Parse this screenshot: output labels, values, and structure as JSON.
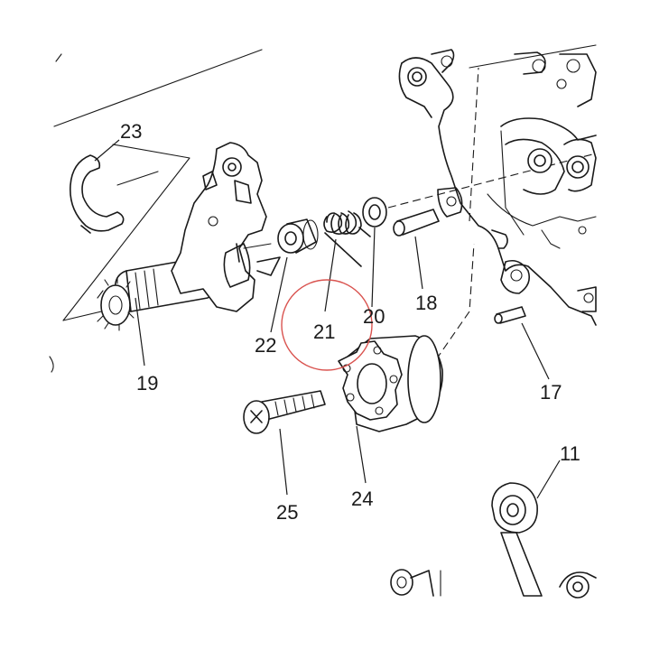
{
  "diagram": {
    "callouts": [
      "23",
      "22",
      "21",
      "20",
      "19",
      "18",
      "17",
      "25",
      "24",
      "11"
    ],
    "highlight_color": "#d9534f",
    "highlighted_callout": "21",
    "line_color": "#1a1a1a",
    "background": "#ffffff"
  }
}
